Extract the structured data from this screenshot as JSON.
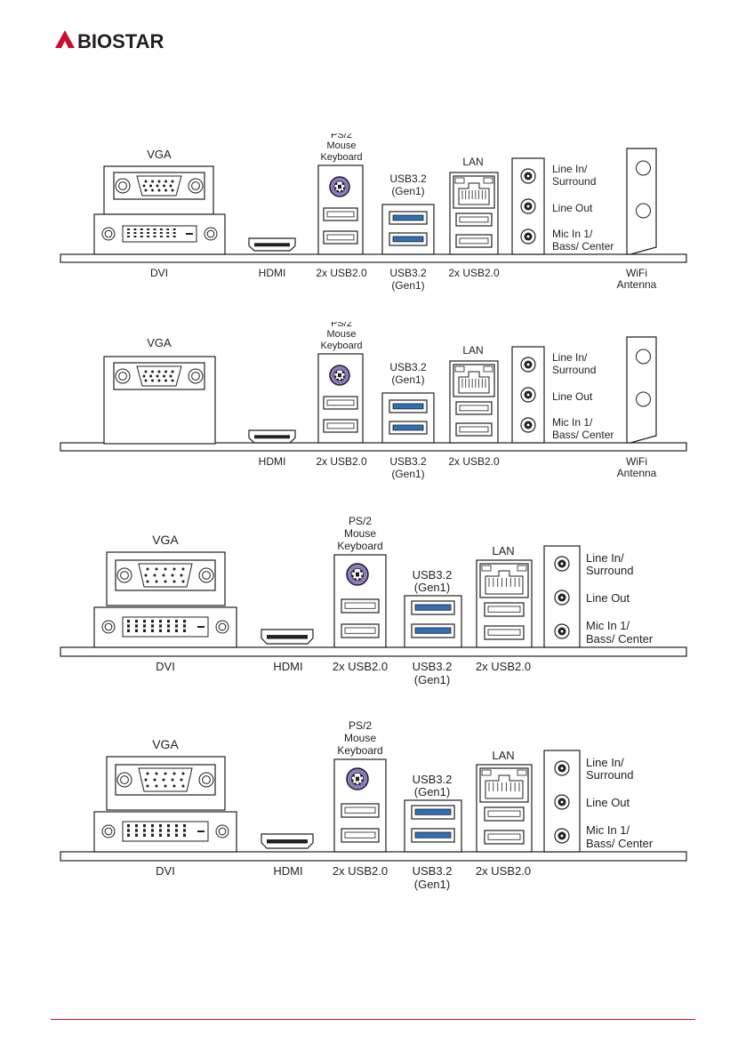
{
  "brand": {
    "name": "BIOSTAR",
    "accent_color": "#c8102e",
    "logo_icon": "biostar-triangle-icon"
  },
  "labels": {
    "vga": "VGA",
    "dvi": "DVI",
    "hdmi": "HDMI",
    "ps2_line1": "PS/2",
    "ps2_line2": "Mouse",
    "ps2_line3": "Keyboard",
    "usb2": "2x USB2.0",
    "usb3_line1": "USB3.2",
    "usb3_line2": "(Gen1)",
    "lan": "LAN",
    "line_in_1": "Line In/",
    "line_in_2": "Surround",
    "line_out": "Line Out",
    "mic_in_1": "Mic In 1/",
    "mic_in_2": "Bass/ Center",
    "wifi_1": "WiFi",
    "wifi_2": "Antenna"
  },
  "colors": {
    "usb3_blue": "#2f6fb5",
    "ps2_purple": "#8e7cc3"
  },
  "panels": [
    {
      "variant": "vga-dvi-wifi"
    },
    {
      "variant": "vga-wifi"
    },
    {
      "variant": "vga-dvi"
    },
    {
      "variant": "vga-dvi"
    }
  ]
}
